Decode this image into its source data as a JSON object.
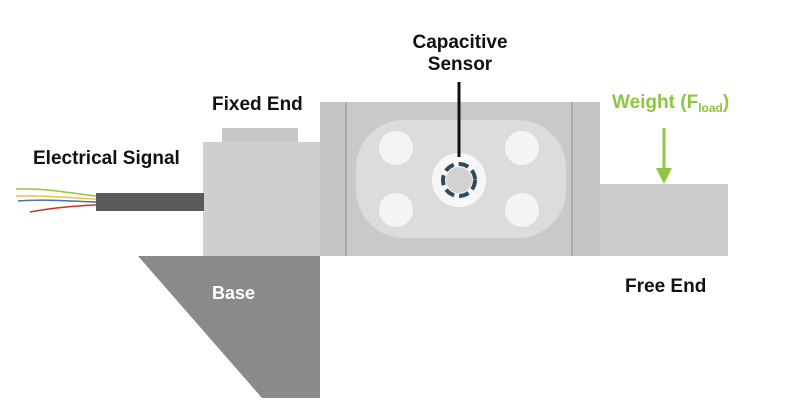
{
  "labels": {
    "electrical_signal": "Electrical Signal",
    "fixed_end": "Fixed End",
    "capacitive_line1": "Capacitive",
    "capacitive_line2": "Sensor",
    "base": "Base",
    "free_end": "Free End",
    "weight_prefix": "Weight (F",
    "weight_sub": "load",
    "weight_suffix": ")"
  },
  "colors": {
    "weight_accent": "#8dc63f",
    "body_grey": "#c8c8c8",
    "base_grey": "#8a8a8a",
    "cable_grey": "#5a5a5a",
    "sensor_ring": "#2c4a60"
  }
}
